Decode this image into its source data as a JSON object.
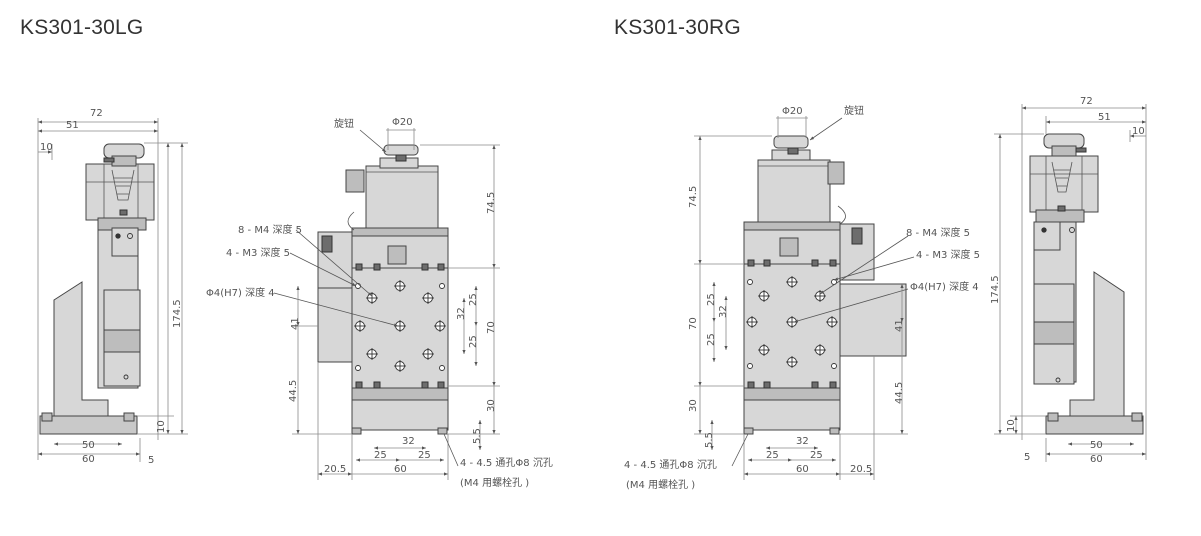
{
  "left_model": "KS301-30LG",
  "right_model": "KS301-30RG",
  "knob_label": "旋钮",
  "labels": {
    "m4_depth": "8 - M4 深度 5",
    "m3_depth": "4 - M3 深度 5",
    "pin_hole": "Φ4(H7) 深度 4",
    "thru_hole": "4 - 4.5 通孔Φ8 沉孔",
    "bolt_note": "(M4 用螺栓孔 )"
  },
  "dims": {
    "d72": "72",
    "d51": "51",
    "d10": "10",
    "d1745": "174.5",
    "d50": "50",
    "d60": "60",
    "d5": "5",
    "phi20": "Φ20",
    "d745": "74.5",
    "d41": "41",
    "d445": "44.5",
    "d32": "32",
    "d25": "25",
    "d70": "70",
    "d30": "30",
    "d55": "5.5",
    "d205": "20.5"
  },
  "colors": {
    "body": "#d7d7d7",
    "dark": "#6d6d6d",
    "line": "#8a8a8a"
  }
}
